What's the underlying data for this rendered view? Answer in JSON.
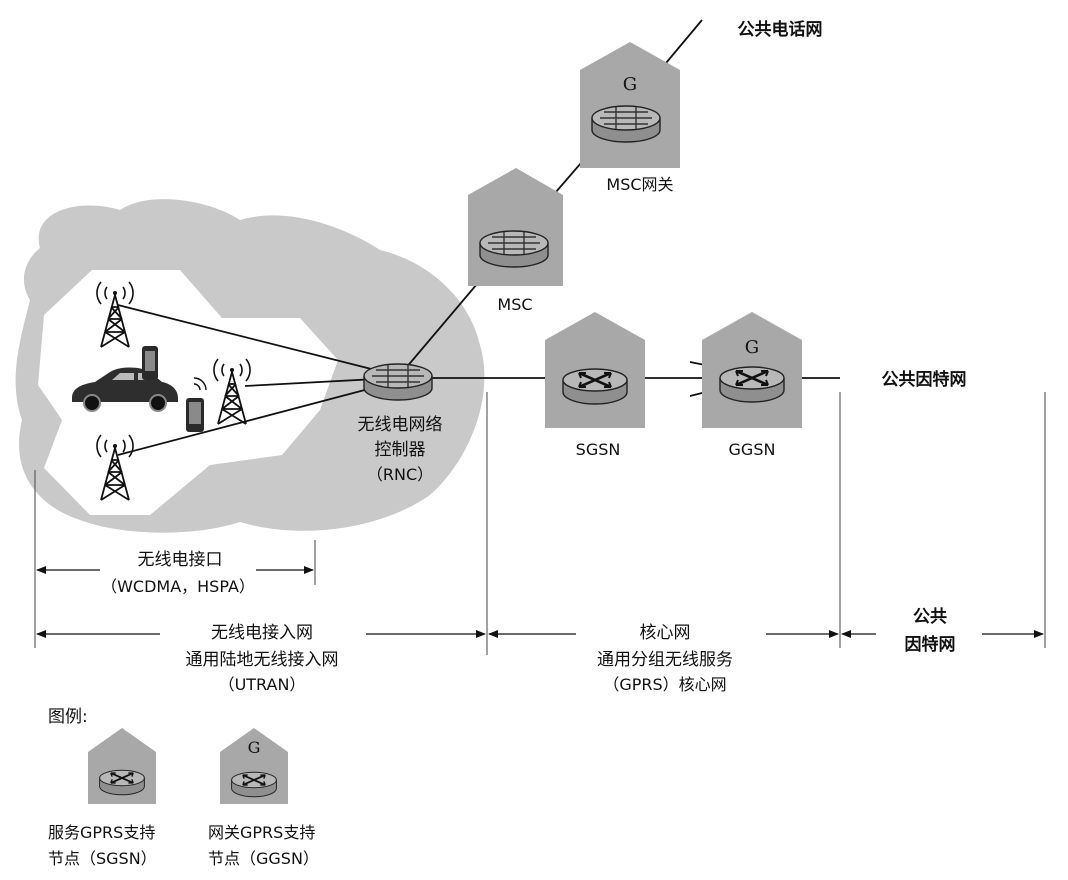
{
  "labels": {
    "pstn": "公共电话网",
    "internet_right": "公共因特网",
    "msc_gateway": "MSC网关",
    "msc": "MSC",
    "sgsn": "SGSN",
    "ggsn": "GGSN",
    "gateway_letter": "G",
    "rnc_line1": "无线电网络",
    "rnc_line2": "控制器",
    "rnc_line3": "（RNC）"
  },
  "spans": {
    "air_line1": "无线电接口",
    "air_line2": "（WCDMA，HSPA）",
    "ran_line1": "无线电接入网",
    "ran_line2": "通用陆地无线接入网",
    "ran_line3": "（UTRAN）",
    "core_line1": "核心网",
    "core_line2": "通用分组无线服务",
    "core_line3": "（GPRS）核心网",
    "inet_line1": "公共",
    "inet_line2": "因特网"
  },
  "legend": {
    "title": "图例:",
    "sgsn_line1": "服务GPRS支持",
    "sgsn_line2": "节点（SGSN）",
    "ggsn_line1": "网关GPRS支持",
    "ggsn_line2": "节点（GGSN）"
  },
  "colors": {
    "house": "#a8a8a8",
    "cloud": "#c9c9c9",
    "router": "#9a9a9a"
  }
}
